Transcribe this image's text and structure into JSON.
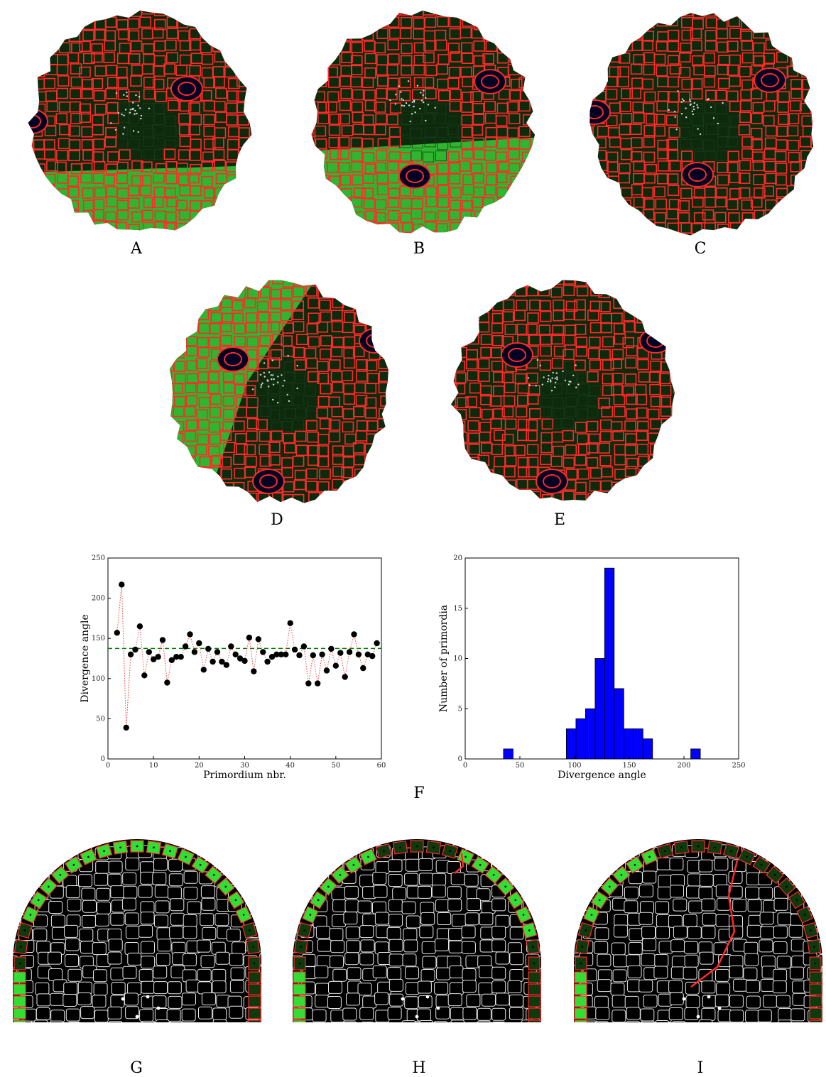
{
  "panel_labels": {
    "A": "A",
    "B": "B",
    "C": "C",
    "D": "D",
    "E": "E",
    "F": "F",
    "G": "G",
    "H": "H",
    "I": "I"
  },
  "colors": {
    "tissue_dark": "#0d2a0d",
    "tissue_green": "#2fb52f",
    "cell_wall_red": "#ff2a2a",
    "bright_green_cell": "#33dd33",
    "cell_black": "#000000",
    "cell_edge_white": "#e8e8e8",
    "bar_blue": "#0000ff",
    "dashed_green": "#007700",
    "dotted_red": "#ee4444"
  },
  "chart_data": [
    {
      "type": "scatter",
      "title": "",
      "xlabel": "Primordium nbr.",
      "ylabel": "Divergence angle",
      "xlim": [
        0,
        60
      ],
      "ylim": [
        0,
        250
      ],
      "xticks": [
        "0",
        "10",
        "20",
        "30",
        "40",
        "50",
        "60"
      ],
      "yticks": [
        "0",
        "50",
        "100",
        "150",
        "200",
        "250"
      ],
      "reference_line": 137.5,
      "series": [
        {
          "x": [
            2,
            3,
            4,
            5,
            6,
            7,
            8,
            9,
            10,
            11,
            12,
            13,
            14,
            15,
            16,
            17,
            18,
            19,
            20,
            21,
            22,
            23,
            24,
            25,
            26,
            27,
            28,
            29,
            30,
            31,
            32,
            33,
            34,
            35,
            36,
            37,
            38,
            39,
            40,
            41,
            42,
            43,
            44,
            45,
            46,
            47,
            48,
            49,
            50,
            51,
            52,
            53,
            54,
            55,
            56,
            57,
            58,
            59
          ],
          "y": [
            157,
            217,
            39,
            130,
            136,
            165,
            104,
            133,
            124,
            127,
            148,
            95,
            123,
            127,
            127,
            140,
            155,
            133,
            144,
            111,
            137,
            121,
            133,
            121,
            117,
            140,
            130,
            125,
            122,
            151,
            109,
            149,
            133,
            121,
            127,
            130,
            130,
            130,
            169,
            136,
            129,
            140,
            94,
            129,
            94,
            130,
            110,
            137,
            116,
            132,
            102,
            133,
            155,
            130,
            113,
            130,
            128,
            144
          ]
        }
      ]
    },
    {
      "type": "bar",
      "title": "",
      "xlabel": "Divergence angle",
      "ylabel": "Number of primordia",
      "xlim": [
        0,
        250
      ],
      "ylim": [
        0,
        20
      ],
      "xticks": [
        "0",
        "50",
        "100",
        "150",
        "200",
        "250"
      ],
      "yticks": [
        "0",
        "5",
        "10",
        "15",
        "20"
      ],
      "bin_width": 8.75,
      "bins_start": [
        35,
        92.5,
        101.25,
        110,
        118.75,
        127.5,
        136.25,
        145,
        153.75,
        162.5,
        206.25
      ],
      "values": [
        1,
        3,
        4,
        5,
        10,
        19,
        7,
        3,
        3,
        2,
        1
      ]
    }
  ]
}
